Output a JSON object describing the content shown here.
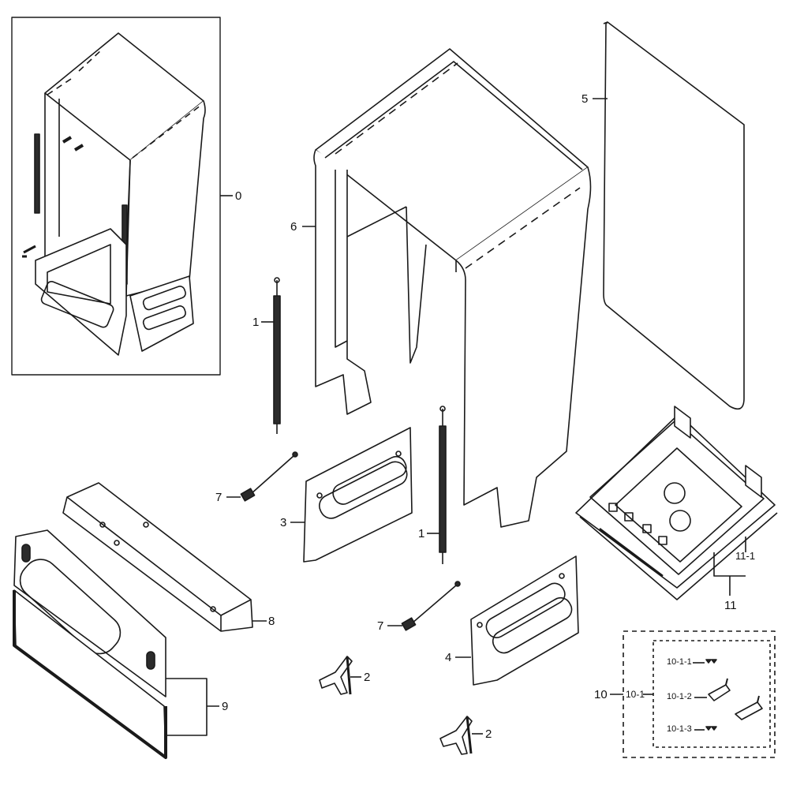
{
  "labels": {
    "assembly": "0",
    "spring": "1",
    "hinge": "2",
    "left_side_panel": "3",
    "right_side_panel": "4",
    "insulation_sheet": "5",
    "cabinet": "6",
    "cable": "7",
    "bracket": "8",
    "kick_plate": "9",
    "hardware_kit": "10",
    "hardware_sub_kit": "10-1",
    "screw_a": "10-1-1",
    "clip": "10-1-2",
    "screw_b": "10-1-3",
    "base": "11",
    "base_sub": "11-1"
  },
  "colors": {
    "line": "#1a1a1a",
    "fill": "#ffffff",
    "dark": "#2b2b2b"
  }
}
